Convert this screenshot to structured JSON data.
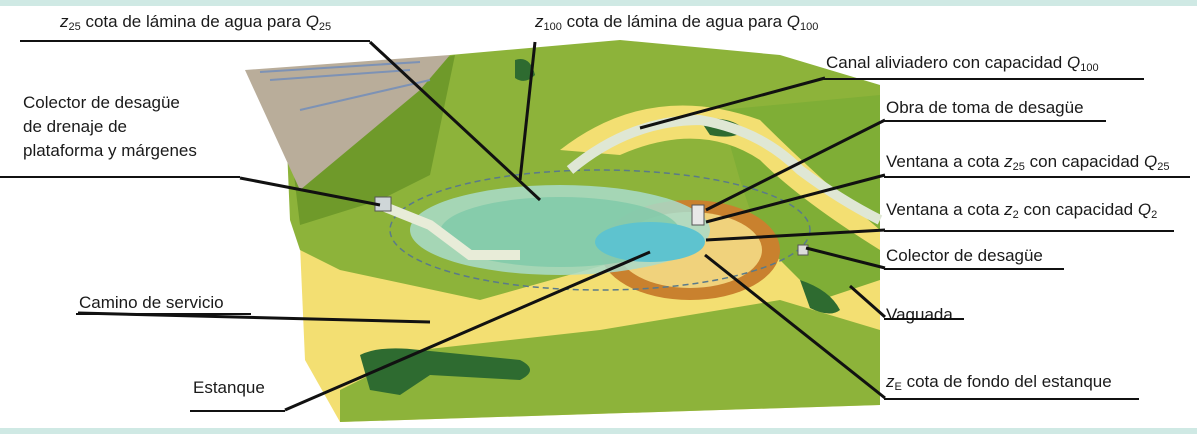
{
  "labels": {
    "z25_level": {
      "var": "z",
      "var_sub": "25",
      "text": " cota de lámina de agua para ",
      "q": "Q",
      "q_sub": "25"
    },
    "z100_level": {
      "var": "z",
      "var_sub": "100",
      "text": " cota de lámina de agua para ",
      "q": "Q",
      "q_sub": "100"
    },
    "spillway": {
      "text": "Canal aliviadero con capacidad ",
      "q": "Q",
      "q_sub": "100"
    },
    "collector_line1": "Colector de desagüe",
    "collector_line2": "de drenaje de",
    "collector_line3": "plataforma y márgenes",
    "intake": "Obra de toma de desagüe",
    "window_z25": {
      "text": "Ventana a cota ",
      "var": "z",
      "var_sub": "25",
      "text2": " con capacidad ",
      "q": "Q",
      "q_sub": "25"
    },
    "window_z2": {
      "text": "Ventana a cota ",
      "var": "z",
      "var_sub": "2",
      "text2": " con capacidad ",
      "q": "Q",
      "q_sub": "2"
    },
    "drain_collector": "Colector de desagüe",
    "service_road": "Camino de servicio",
    "swale": "Vaguada",
    "pond": "Estanque",
    "zE_bottom": {
      "var": "z",
      "var_sub": "E",
      "text": " cota de fondo del estanque"
    }
  },
  "colors": {
    "frame": "#cfe9e4",
    "grass": "#8db33a",
    "grass_dark": "#6f9a2a",
    "sand": "#f3df72",
    "water": "#5ec3cf",
    "water_light": "#a9dccb",
    "earth": "#c9812e",
    "dark_green": "#2e6b30"
  }
}
